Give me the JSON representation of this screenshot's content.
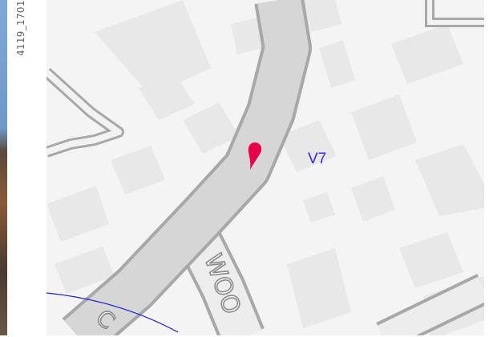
{
  "image_id_label": "4119_1701",
  "map": {
    "marker": {
      "label": "V7",
      "color": "#e8004c",
      "label_color": "#3b2bd6",
      "icon": "map-pin-icon"
    },
    "road_label_fragment": "WOO",
    "road_label_fragment_2": "C",
    "colors": {
      "background": "#f4f4f4",
      "building": "#e8e8e8",
      "road_fill": "#d6d6d6",
      "road_casing": "#a8a8a8",
      "boundary_line": "#2222cc"
    }
  }
}
